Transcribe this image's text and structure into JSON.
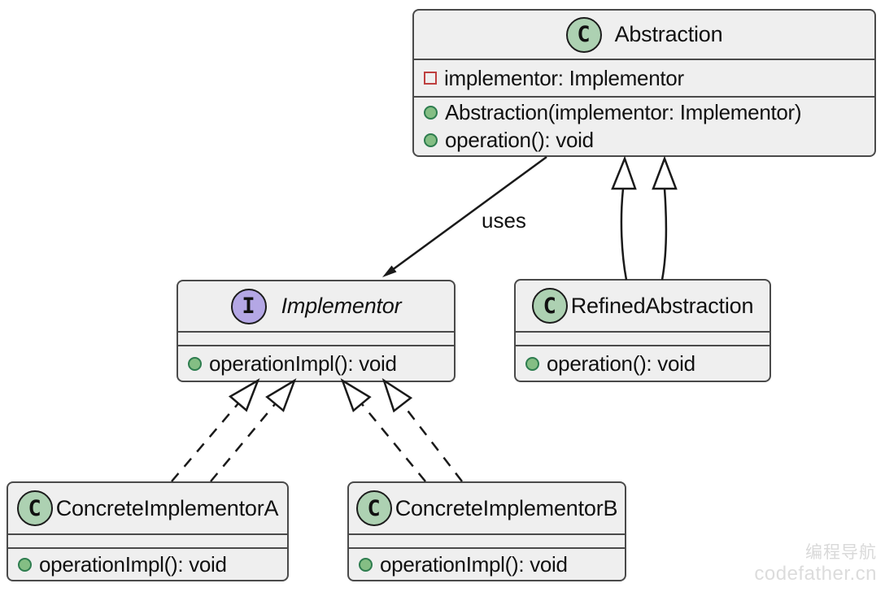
{
  "diagram": {
    "classes": [
      {
        "stereotype": "C",
        "kind": "class",
        "name": "Abstraction",
        "fields": [
          {
            "visibility": "private",
            "text": "implementor: Implementor"
          }
        ],
        "methods": [
          {
            "visibility": "public",
            "text": "Abstraction(implementor: Implementor)"
          },
          {
            "visibility": "public",
            "text": "operation(): void"
          }
        ]
      },
      {
        "stereotype": "I",
        "kind": "interface",
        "name": "Implementor",
        "fields": [],
        "methods": [
          {
            "visibility": "public",
            "text": "operationImpl(): void"
          }
        ]
      },
      {
        "stereotype": "C",
        "kind": "class",
        "name": "RefinedAbstraction",
        "fields": [],
        "methods": [
          {
            "visibility": "public",
            "text": "operation(): void"
          }
        ]
      },
      {
        "stereotype": "C",
        "kind": "class",
        "name": "ConcreteImplementorA",
        "fields": [],
        "methods": [
          {
            "visibility": "public",
            "text": "operationImpl(): void"
          }
        ]
      },
      {
        "stereotype": "C",
        "kind": "class",
        "name": "ConcreteImplementorB",
        "fields": [],
        "methods": [
          {
            "visibility": "public",
            "text": "operationImpl(): void"
          }
        ]
      }
    ],
    "edges": [
      {
        "from": "Abstraction",
        "to": "Implementor",
        "type": "directed-association",
        "label": "uses",
        "line": "solid"
      },
      {
        "from": "RefinedAbstraction",
        "to": "Abstraction",
        "type": "generalization",
        "label": "",
        "line": "solid"
      },
      {
        "from": "RefinedAbstraction",
        "to": "Abstraction",
        "type": "generalization",
        "label": "",
        "line": "solid"
      },
      {
        "from": "ConcreteImplementorA",
        "to": "Implementor",
        "type": "realization",
        "label": "",
        "line": "dashed"
      },
      {
        "from": "ConcreteImplementorA",
        "to": "Implementor",
        "type": "realization",
        "label": "",
        "line": "dashed"
      },
      {
        "from": "ConcreteImplementorB",
        "to": "Implementor",
        "type": "realization",
        "label": "",
        "line": "dashed"
      },
      {
        "from": "ConcreteImplementorB",
        "to": "Implementor",
        "type": "realization",
        "label": "",
        "line": "dashed"
      }
    ],
    "uses_label": "uses",
    "watermark": {
      "line1": "编程导航",
      "line2": "codefather.cn"
    }
  },
  "colors": {
    "box_fill": "#efefef",
    "box_border": "#4a4a4a",
    "class_icon_fill": "#add1b2",
    "interface_icon_fill": "#b4a7e5",
    "private_field_red": "#be3f3f",
    "public_method_green": "#84be84",
    "public_method_green_border": "#2e7d4f",
    "edge_color": "#1a1a1a",
    "watermark_gray": "#d9d9d9"
  }
}
